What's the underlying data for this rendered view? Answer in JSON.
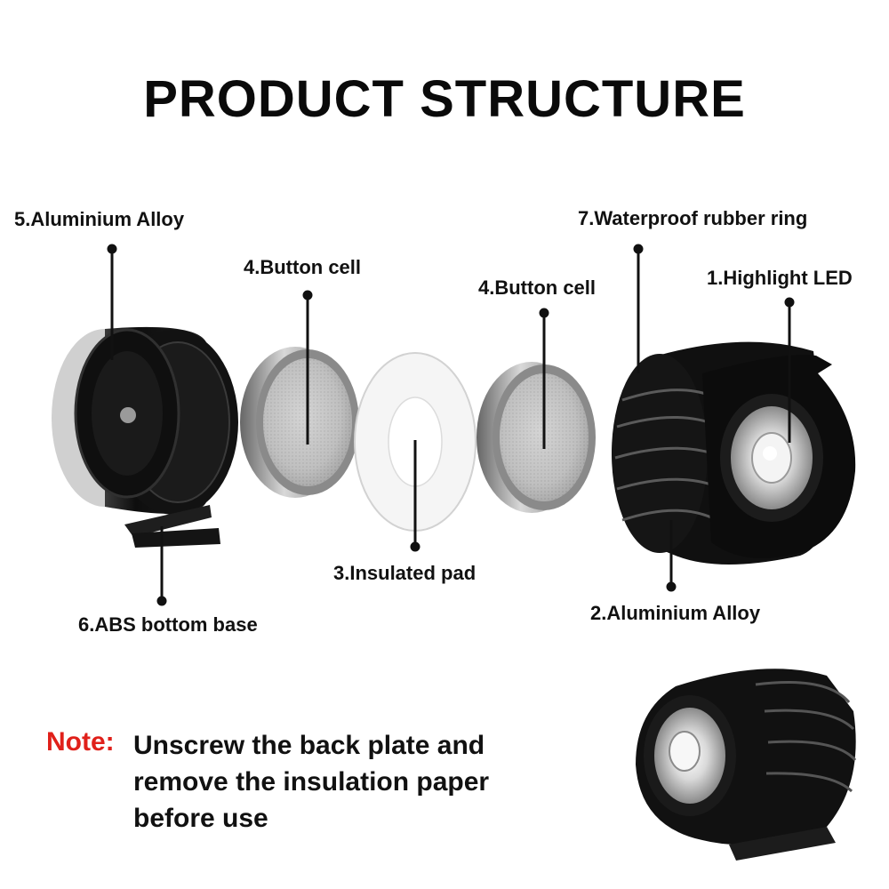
{
  "title": "PRODUCT STRUCTURE",
  "labels": {
    "aluminium_alloy_back": "5.Aluminium Alloy",
    "button_cell_left": "4.Button cell",
    "button_cell_right": "4.Button cell",
    "waterproof_ring": "7.Waterproof rubber ring",
    "highlight_led": "1.Highlight LED",
    "insulated_pad": "3.Insulated pad",
    "abs_base": "6.ABS bottom base",
    "aluminium_alloy_front": "2.Aluminium Alloy"
  },
  "note": {
    "key": "Note:",
    "text": "Unscrew the back plate and remove the insulation paper before use"
  },
  "colors": {
    "note_key": "#e0201a",
    "text": "#111111",
    "metal_dark": "#141414",
    "battery": "#bdbdbd"
  }
}
